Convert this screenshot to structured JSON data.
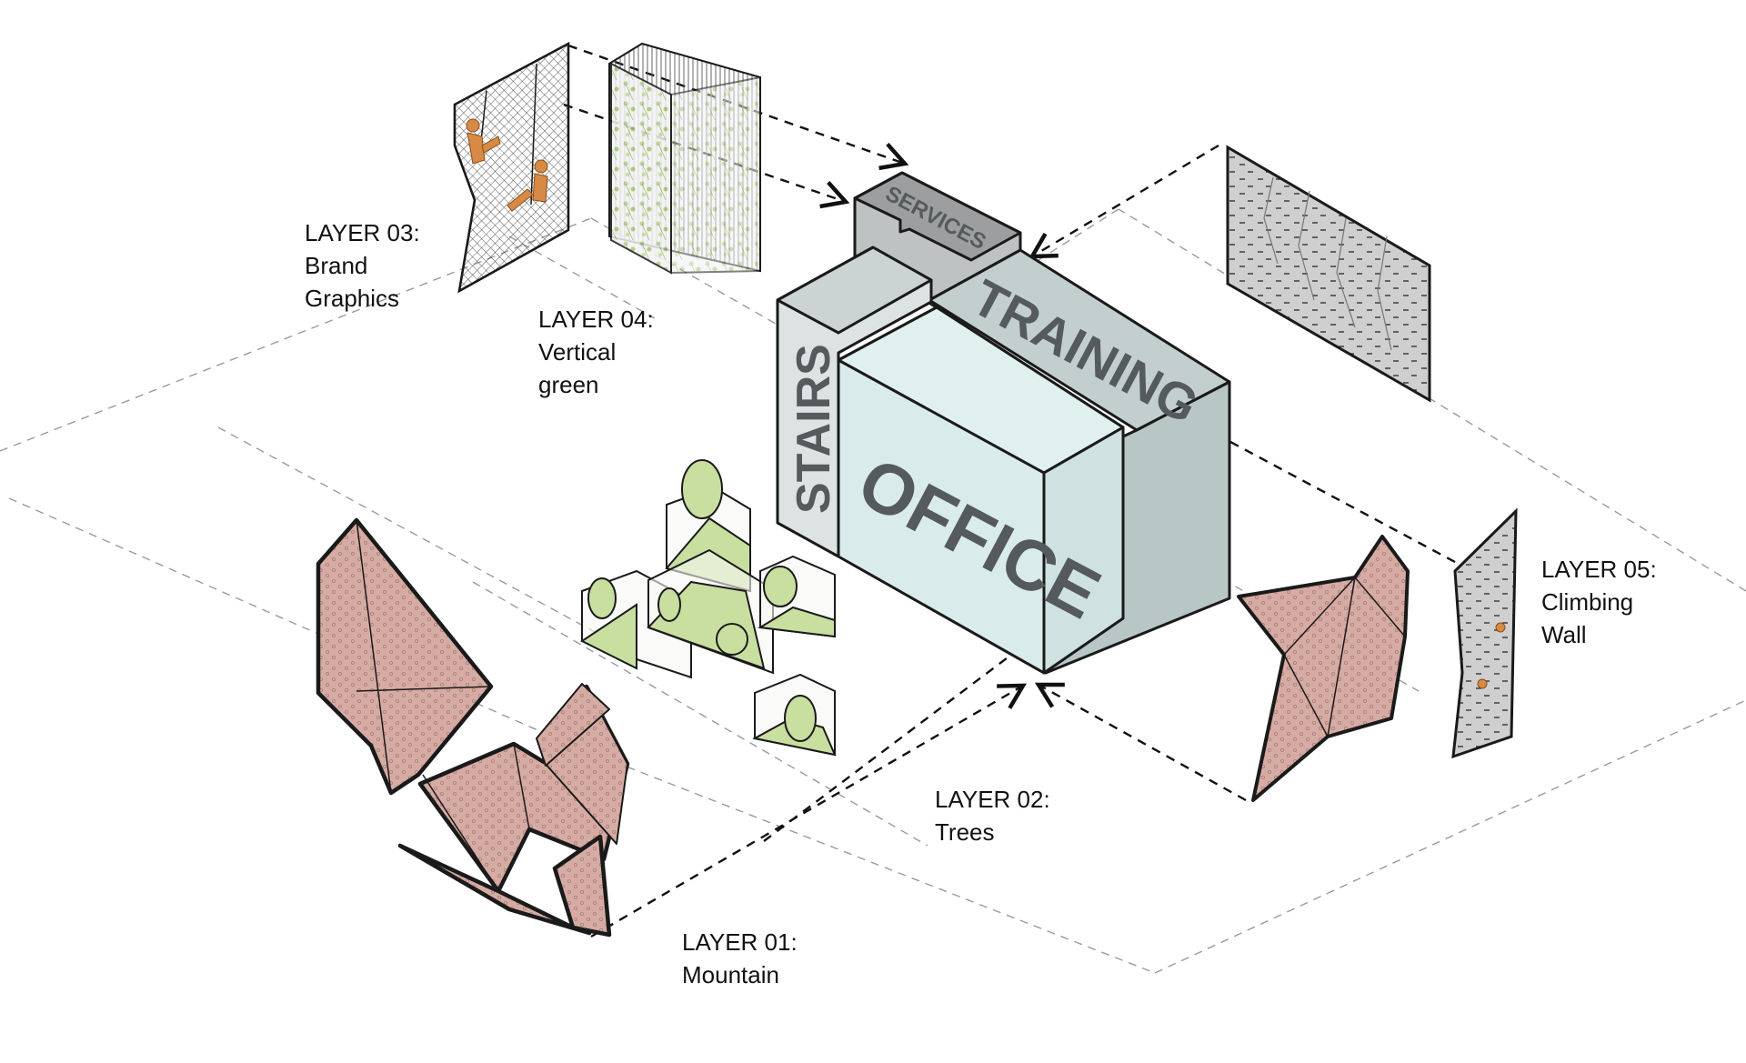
{
  "colors": {
    "mountain_fill": "#d6aba3",
    "mountain_dots": "#a98079",
    "outline": "#1a1a1a",
    "green": "#c8dfa0",
    "green_dark": "#9fbf6c",
    "block_front": "#d9ebeb",
    "block_side": "#b9c6c6",
    "block_top": "#c3cfcf",
    "services_top": "#9c9e9f",
    "services_side": "#bfc2c3",
    "climb_fill": "#c9c9c9",
    "climber": "#d68a45",
    "dashed_line": "#9a9a9a"
  },
  "blocks": {
    "office": "OFFICE",
    "stairs": "STAIRS",
    "training": "TRAINING",
    "services": "SERVICES"
  },
  "layers": [
    {
      "id": "layer01",
      "title": "LAYER 01:",
      "name": "Mountain"
    },
    {
      "id": "layer02",
      "title": "LAYER 02:",
      "name": "Trees"
    },
    {
      "id": "layer03",
      "title": "LAYER 03:",
      "name_lines": [
        "Brand",
        "Graphics"
      ]
    },
    {
      "id": "layer04",
      "title": "LAYER 04:",
      "name_lines": [
        "Vertical",
        "green"
      ]
    },
    {
      "id": "layer05",
      "title": "LAYER 05:",
      "name_lines": [
        "Climbing",
        "Wall"
      ]
    }
  ],
  "icons": [
    "climber-icon",
    "tree-icon",
    "arrow-icon"
  ]
}
